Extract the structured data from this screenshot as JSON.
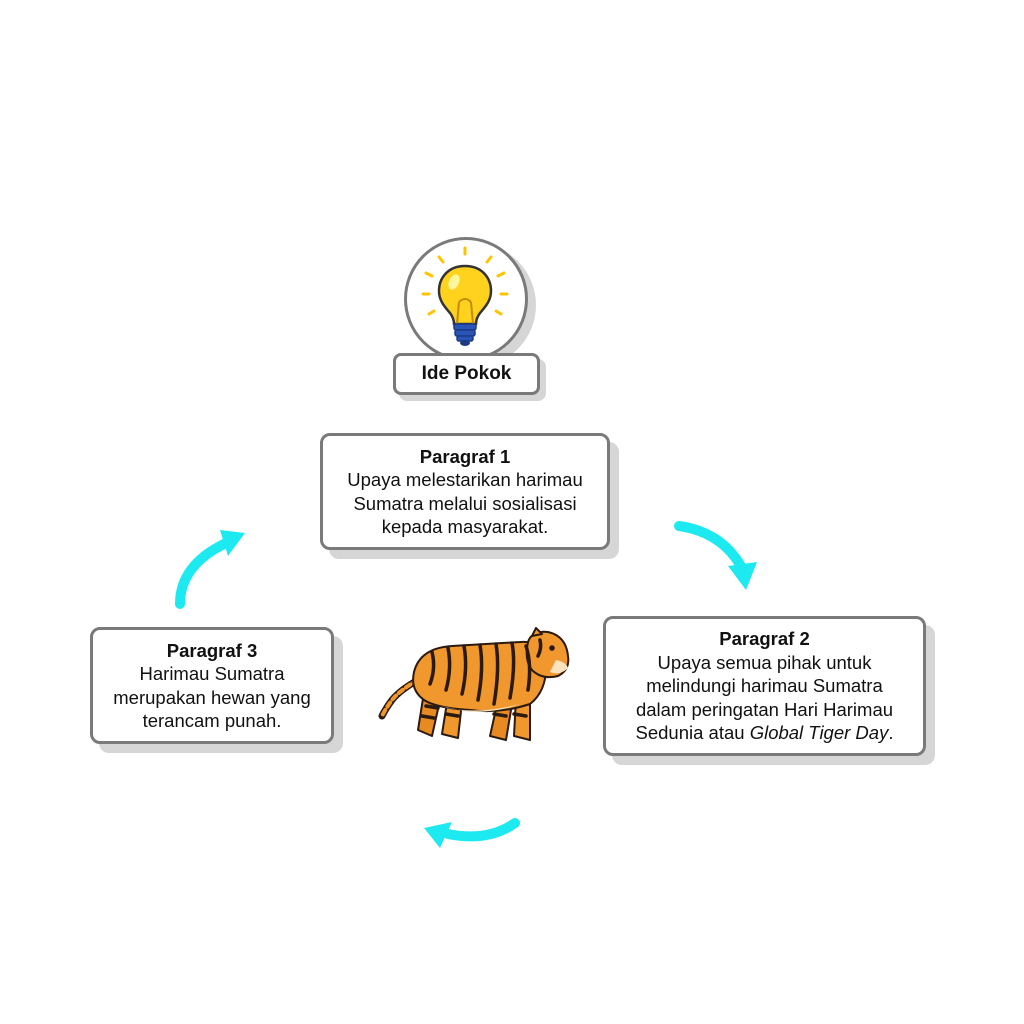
{
  "idea": {
    "label": "Ide Pokok"
  },
  "cards": [
    {
      "title": "Paragraf 1",
      "lines": [
        "Upaya melestarikan harimau",
        "Sumatra melalui sosialisasi",
        "kepada masyarakat."
      ]
    },
    {
      "title": "Paragraf 2",
      "lines": [
        "Upaya semua pihak untuk",
        "melindungi harimau Sumatra",
        "dalam peringatan Hari Harimau"
      ],
      "last_prefix": "Sedunia atau ",
      "last_italic": "Global Tiger Day",
      "last_suffix": "."
    },
    {
      "title": "Paragraf 3",
      "lines": [
        "Harimau Sumatra",
        "merupakan hewan yang",
        "terancam punah."
      ]
    }
  ],
  "colors": {
    "arrow": "#1de9f0",
    "border": "#7a7a7a",
    "shadow": "#d6d6d6",
    "bulb": "#ffd21e",
    "bulb_base": "#2a55b8",
    "tiger": "#f0982d"
  }
}
